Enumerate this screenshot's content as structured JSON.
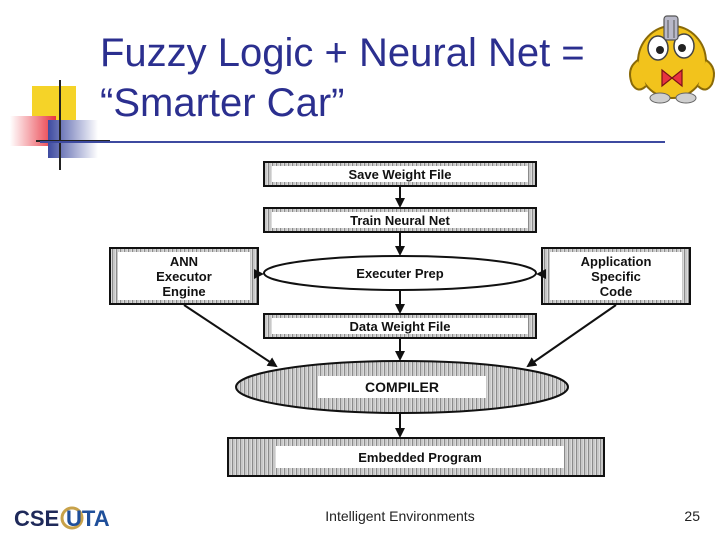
{
  "slide": {
    "title_line1": "Fuzzy Logic + Neural Net =",
    "title_line2": "“Smarter Car”",
    "footer": "Intelligent Environments",
    "page_number": "25",
    "logo_left": "CSE",
    "logo_right": "UTA"
  },
  "diagram": {
    "save_weight_file": "Save Weight File",
    "train_neural_net": "Train Neural Net",
    "executer_prep": "Executer Prep",
    "data_weight_file": "Data Weight File",
    "compiler": "COMPILER",
    "embedded_program": "Embedded Program",
    "ann_line1": "ANN",
    "ann_line2": "Executor",
    "ann_line3": "Engine",
    "app_line1": "Application",
    "app_line2": "Specific",
    "app_line3": "Code"
  },
  "colors": {
    "title": "#2b2f8f",
    "accent_yellow": "#f5d328",
    "accent_red": "#e8333f",
    "accent_blue": "#3d4aa0"
  }
}
